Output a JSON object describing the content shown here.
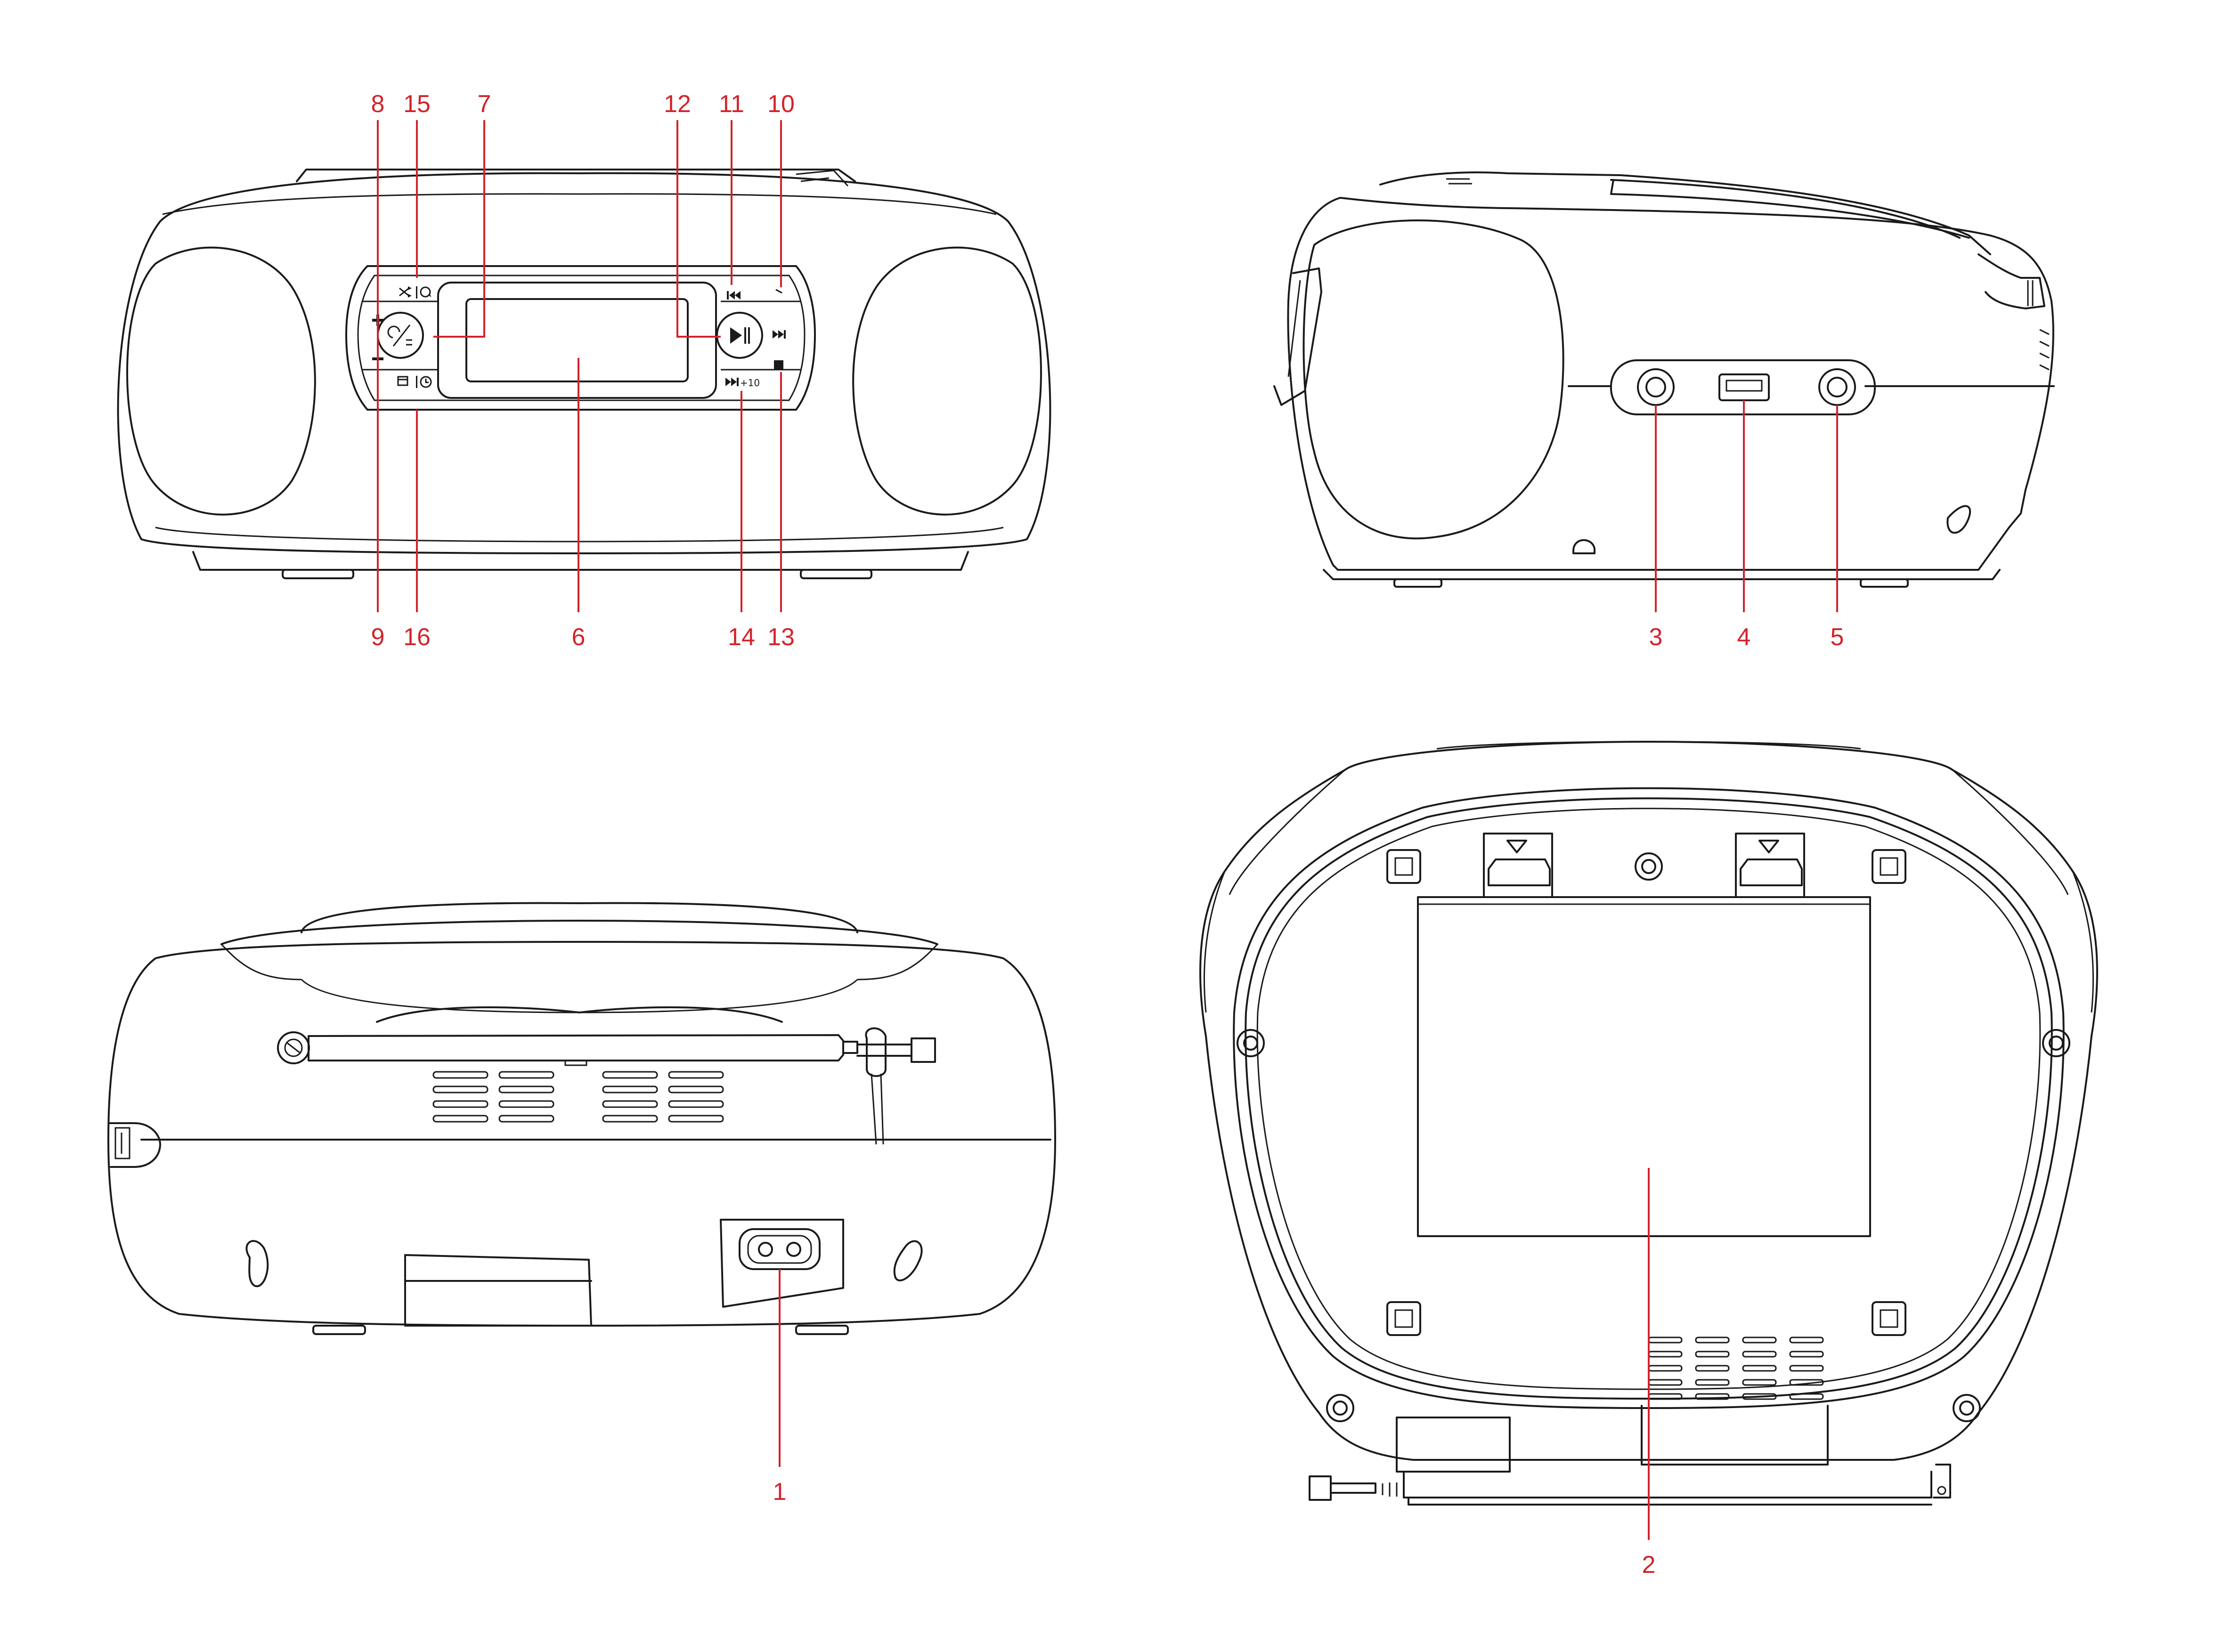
{
  "callouts": {
    "c1": "1",
    "c2": "2",
    "c3": "3",
    "c4": "4",
    "c5": "5",
    "c6": "6",
    "c7": "7",
    "c8": "8",
    "c9": "9",
    "c10": "10",
    "c11": "11",
    "c12": "12",
    "c13": "13",
    "c14": "14",
    "c15": "15",
    "c16": "16"
  },
  "panel_labels": {
    "skip_plus_ten": "+10"
  },
  "icons": {
    "volume_up": "plus-icon",
    "volume_down": "minus-icon",
    "play_pause": "play-pause-icon",
    "previous": "skip-previous-icon",
    "next": "skip-next-icon",
    "stop": "stop-icon",
    "skip_ten": "fast-forward-icon",
    "random": "shuffle-icon",
    "repeat": "repeat-icon",
    "program": "program-icon",
    "timer": "timer-icon",
    "function": "function-icon"
  },
  "colors": {
    "callout": "#d2232a",
    "outline": "#1a1a1a",
    "background": "#ffffff"
  }
}
